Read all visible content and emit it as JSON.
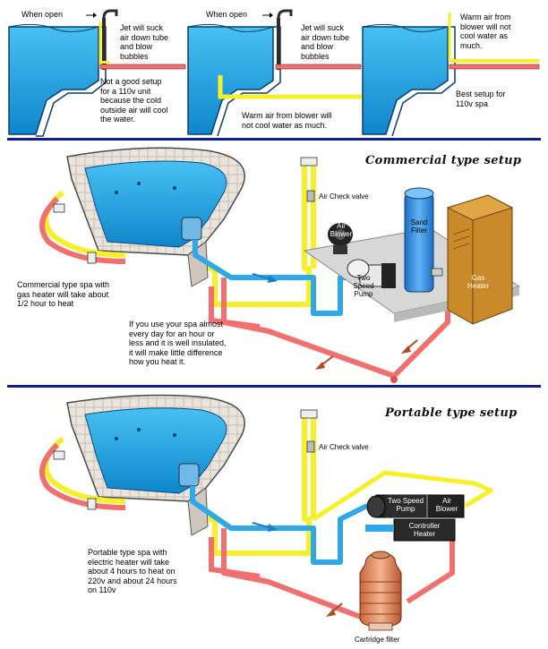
{
  "colors": {
    "water": "#1aa3e6",
    "water_dark": "#0b6fb0",
    "divider": "#0f1e8c",
    "pipe_yellow": "#f6ef2a",
    "pipe_red": "#f07070",
    "pipe_blue": "#2fa8e8",
    "heater": "#c98a2a",
    "filter": "#2f8fe0",
    "base_grey": "#d7d7d7"
  },
  "top_panels": {
    "panel_1": {
      "when_open": "When open",
      "note": "Jet will suck\nair down tube\nand blow\nbubbles",
      "caption": "Not a good setup\nfor a 110v unit\nbecause the cold\noutside air will cool\nthe water."
    },
    "panel_2": {
      "when_open": "When open",
      "note": "Jet will suck\nair down tube\nand blow\nbubbles",
      "caption": "Warm air from blower will\nnot cool water as much."
    },
    "panel_3": {
      "note": "Warm air from\nblower will not\ncool water as\nmuch.",
      "caption": "Best setup for\n110v spa"
    }
  },
  "commercial": {
    "title": "Commercial type setup",
    "air_check_valve": "Air Check valve",
    "air_blower": "Air\nBlower",
    "sand_filter": "Sand\nFilter",
    "two_speed_pump": "Two Speed\nPump",
    "gas_heater": "Gas\nHeater",
    "caption": "Commercial type spa with\ngas heater will take about\n1/2 hour to heat",
    "note": "If you use your spa almost\nevery day for an hour or\nless and it is well insulated,\nit will make little difference\nhow you heat it."
  },
  "portable": {
    "title": "Portable type setup",
    "air_check_valve": "Air Check valve",
    "two_speed_pump": "Two Speed\nPump",
    "air_blower": "Air\nBlower",
    "controller_heater": "Controller\nHeater",
    "cartridge_filter": "Cartridge filter",
    "caption": "Portable type spa with\nelectric heater will take\nabout 4 hours to heat on\n220v and about 24 hours\non 110v"
  }
}
